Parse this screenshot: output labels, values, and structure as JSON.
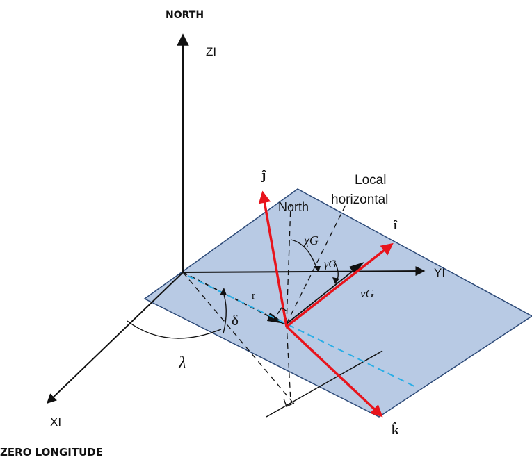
{
  "labels": {
    "north_axis": "NORTH",
    "zero_longitude": "ZERO LONGITUDE",
    "z_axis": "ZI",
    "y_axis": "YI",
    "x_axis": "XI",
    "local_horizontal_line1": "Local",
    "local_horizontal_line2": "horizontal",
    "north_local": "North",
    "unit_i": "î",
    "unit_j": "ĵ",
    "unit_k": "k̂",
    "chi_g": "χG",
    "gamma_g": "γG",
    "v_g": "vG",
    "r": "r",
    "delta": "δ",
    "lambda": "λ"
  },
  "colors": {
    "plane_fill": "#aec3e0",
    "plane_stroke": "#2d4a78",
    "red_vector": "#e8141c",
    "cyan_dashed": "#29aee6",
    "black": "#111111"
  }
}
